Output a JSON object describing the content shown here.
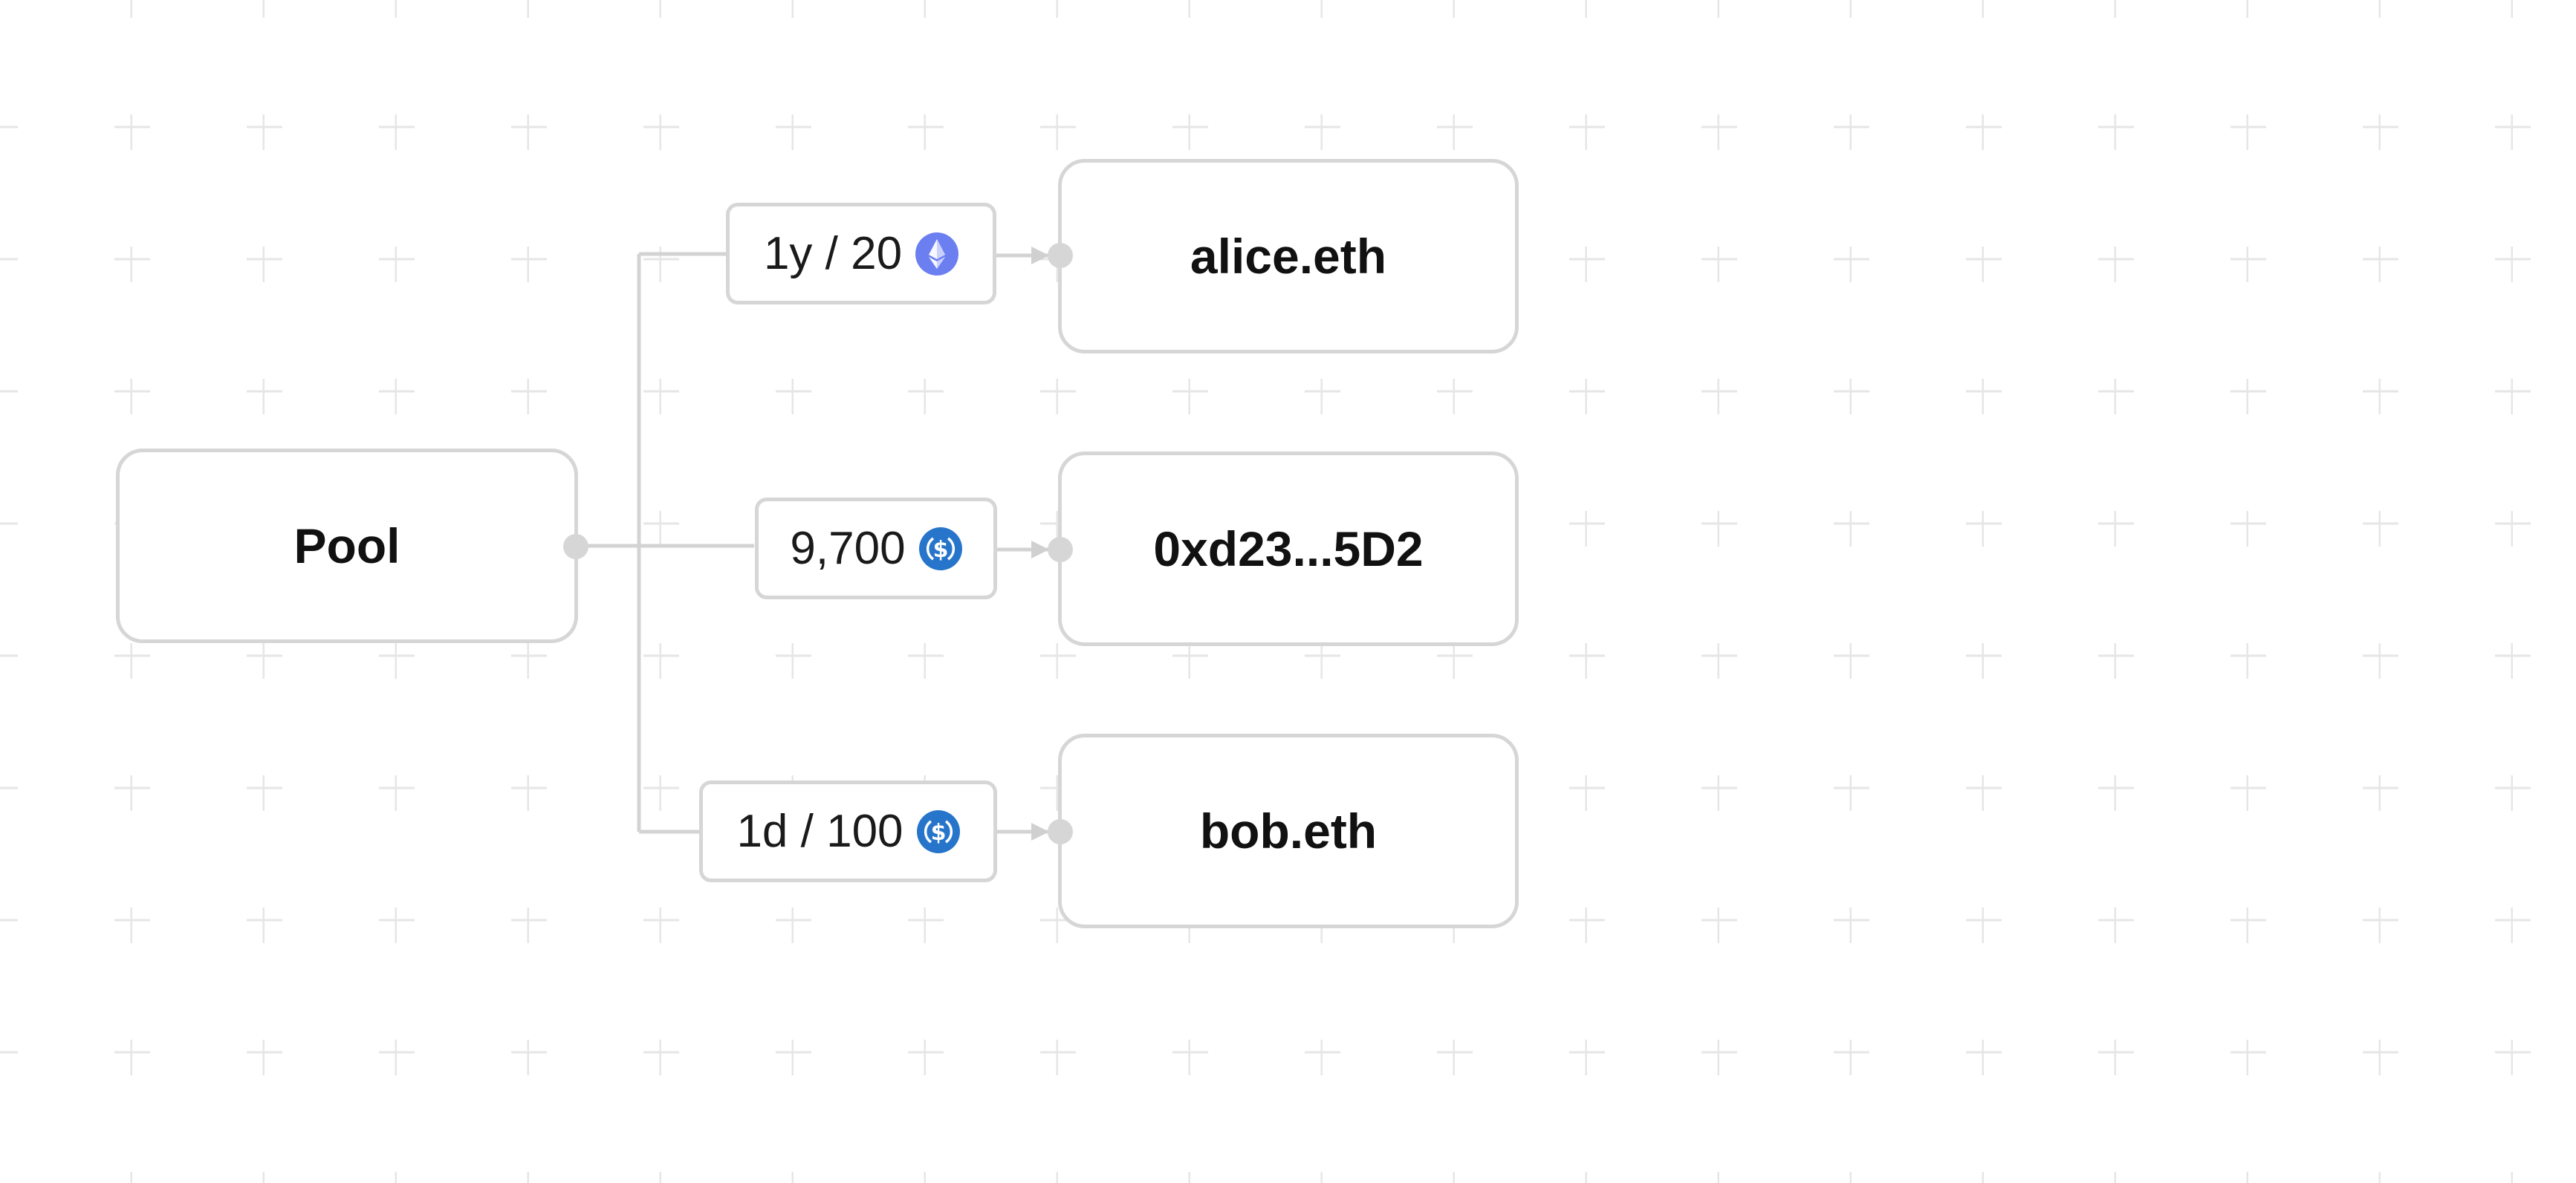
{
  "diagram": {
    "source": {
      "label": "Pool"
    },
    "recipients": [
      {
        "label": "alice.eth",
        "amount_label": "1y / 20",
        "token_icon": "ethereum-icon",
        "token_color": "#6b7ff0"
      },
      {
        "label": "0xd23...5D2",
        "amount_label": "9,700",
        "token_icon": "usdc-icon",
        "token_color": "#2775ca"
      },
      {
        "label": "bob.eth",
        "amount_label": "1d / 100",
        "token_icon": "usdc-icon",
        "token_color": "#2775ca"
      }
    ]
  },
  "colors": {
    "border": "#d6d6d6",
    "connector": "#d3d3d3",
    "grid": "#e6e6e6",
    "text": "#111111"
  }
}
